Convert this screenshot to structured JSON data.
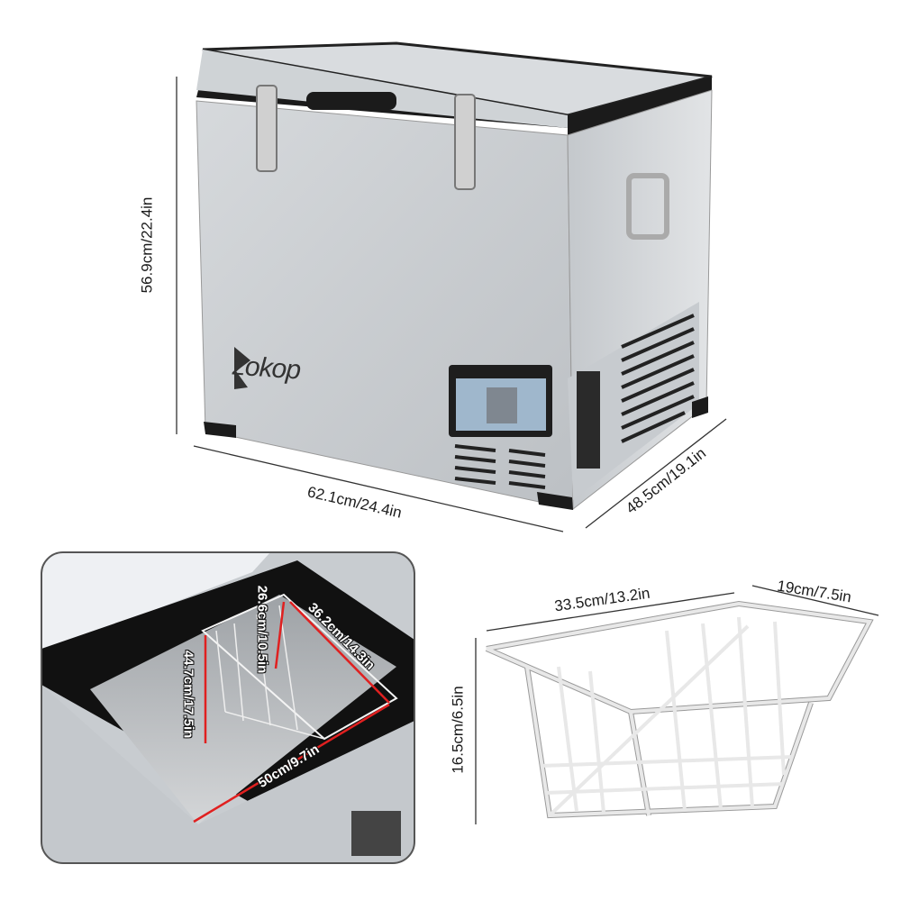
{
  "main_product": {
    "brand_logo": "zokop",
    "dimensions": {
      "height": "56.9cm/22.4in",
      "width": "62.1cm/24.4in",
      "depth": "48.5cm/19.1in"
    }
  },
  "interior_view": {
    "dimensions": {
      "basket_height": "26.6cm/10.5in",
      "basket_length": "36.2cm/14.3in",
      "interior_depth": "44.7cm/17.5in",
      "interior_width": "50cm/9.7in"
    },
    "annotation_color": "#e02020"
  },
  "basket": {
    "dimensions": {
      "length": "33.5cm/13.2in",
      "width": "19cm/7.5in",
      "height": "16.5cm/6.5in"
    }
  },
  "colors": {
    "body": "#c9cdd1",
    "trim": "#1b1b1b",
    "basket_wire": "#f2f2f2"
  }
}
